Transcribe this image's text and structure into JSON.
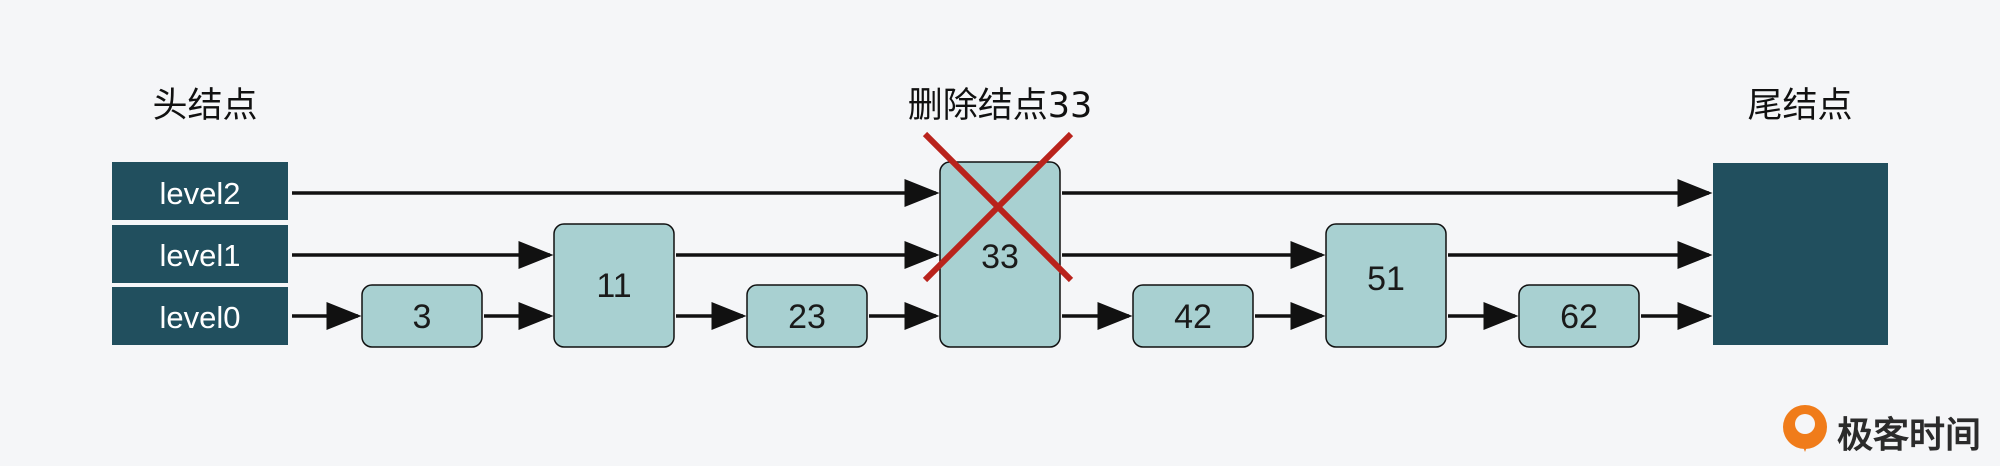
{
  "title_labels": {
    "head": "头结点",
    "delete": "删除结点33",
    "tail": "尾结点"
  },
  "head_levels": [
    "level2",
    "level1",
    "level0"
  ],
  "nodes": {
    "n3": "3",
    "n11": "11",
    "n23": "23",
    "n33": "33",
    "n42": "42",
    "n51": "51",
    "n62": "62"
  },
  "brand": {
    "name": "极客时间",
    "accent": "#f07c1a"
  },
  "colors": {
    "head": "#214f5e",
    "tail": "#214f5e",
    "node_fill": "#a8d0d1",
    "cross": "#b9231c",
    "arrow": "#111111"
  }
}
